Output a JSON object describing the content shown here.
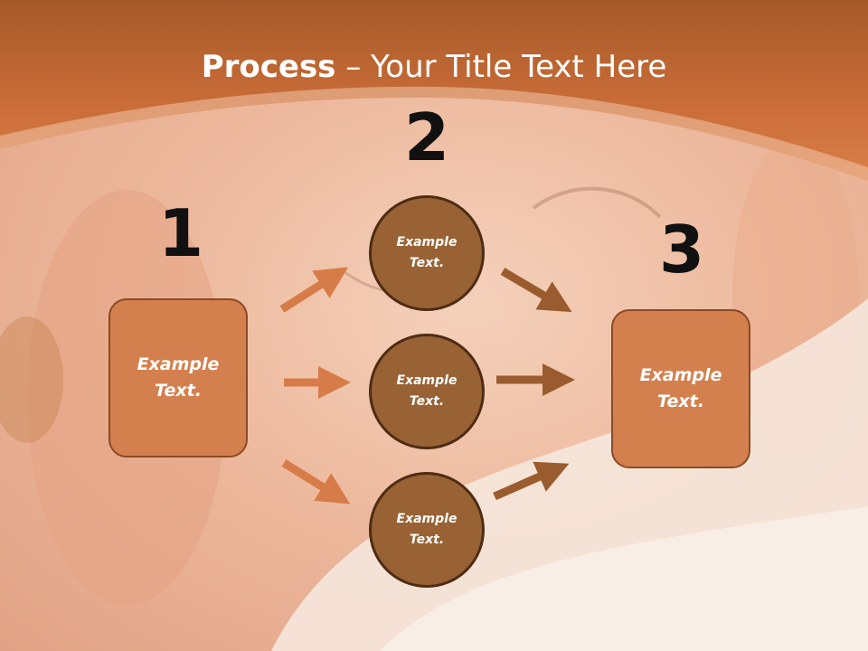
{
  "title": {
    "bold_part": "Process",
    "rest": " – Your Title Text Here"
  },
  "steps": [
    {
      "number": "1",
      "label": "Example Text."
    },
    {
      "number": "2",
      "labels": [
        "Example Text.",
        "Example Text.",
        "Example Text."
      ]
    },
    {
      "number": "3",
      "label": "Example Text."
    }
  ],
  "colors": {
    "header": "#c96a35",
    "box_fill": "#d4804e",
    "circle_fill": "#986234",
    "arrow_light": "#d67c48",
    "arrow_dark": "#9a5c2e"
  }
}
